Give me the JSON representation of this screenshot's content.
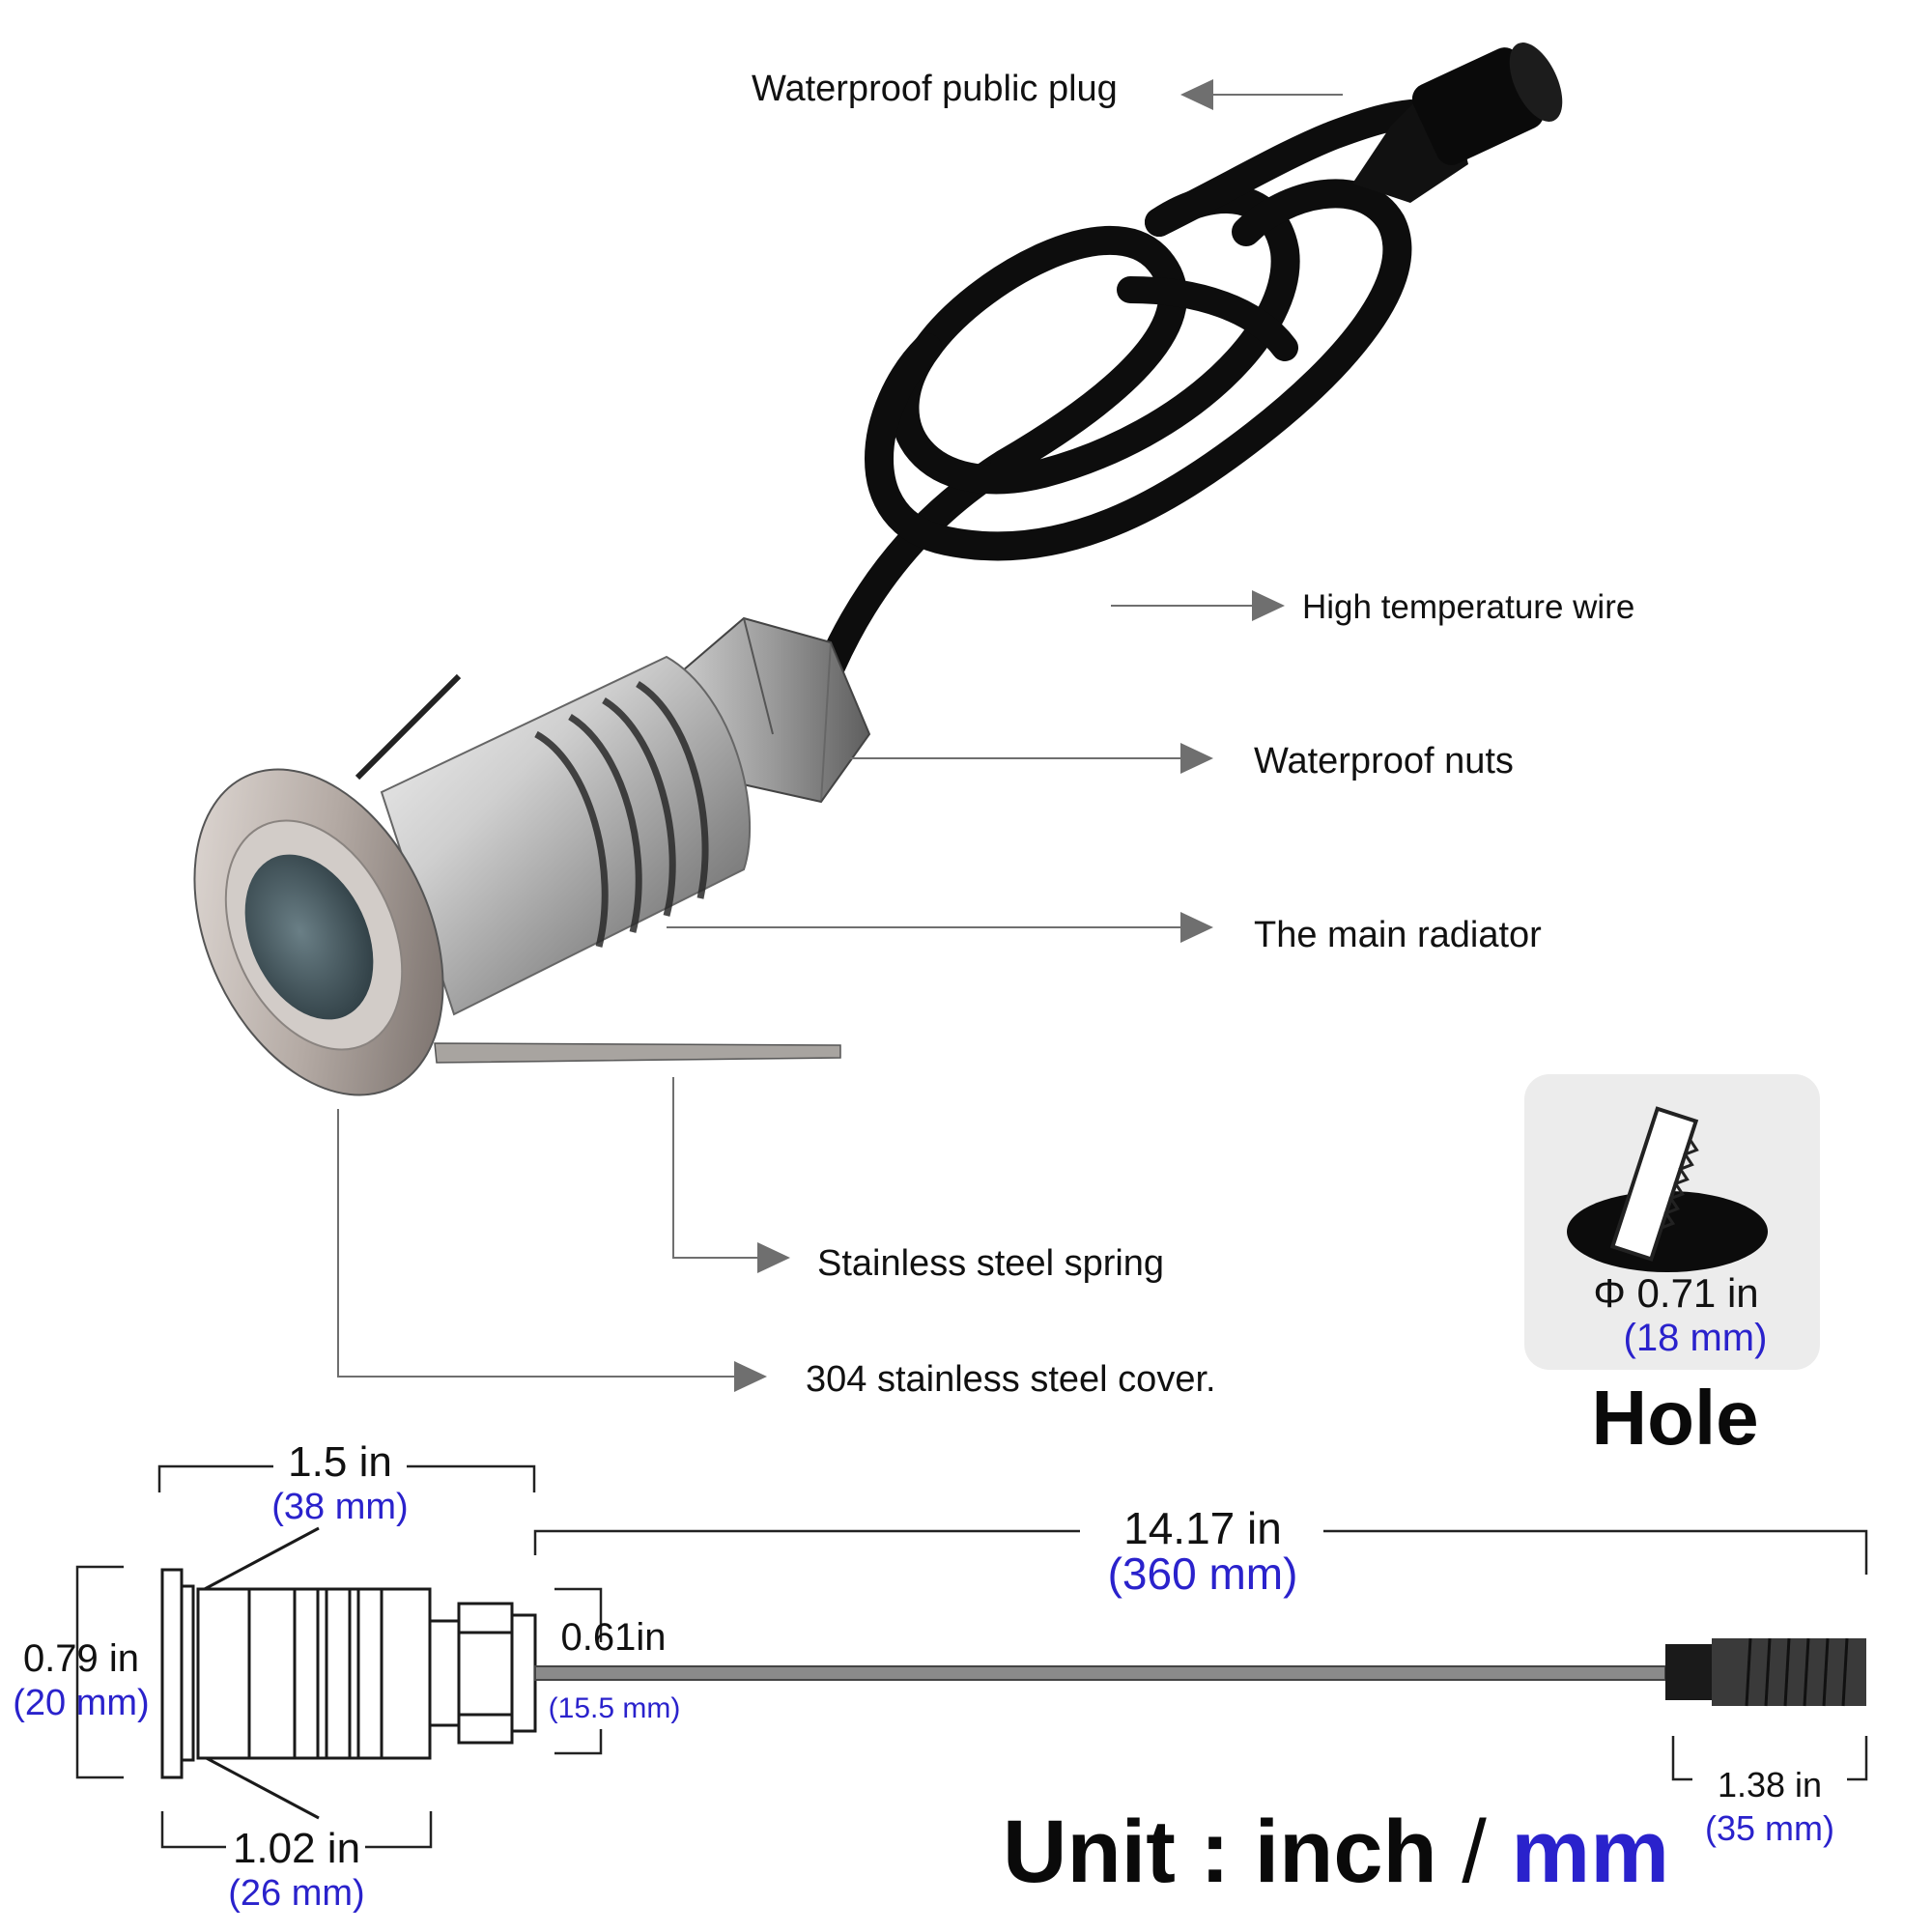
{
  "callouts": {
    "plug": "Waterproof public plug",
    "wire": "High temperature wire",
    "nuts": "Waterproof nuts",
    "radiator": "The main radiator",
    "spring": "Stainless steel spring",
    "cover": "304 stainless steel cover."
  },
  "hole": {
    "diameter_in": "Φ 0.71 in",
    "diameter_mm": "(18 mm)",
    "title": "Hole"
  },
  "dimensions": {
    "total_width_in": "1.5 in",
    "total_width_mm": "(38 mm)",
    "cable_len_in": "14.17 in",
    "cable_len_mm": "(360 mm)",
    "height_in": "0.79 in",
    "height_mm": "(20 mm)",
    "nut_in": "0.61in",
    "nut_mm": "(15.5 mm)",
    "body_in": "1.02 in",
    "body_mm": "(26 mm)",
    "plug_in": "1.38 in",
    "plug_mm": "(35 mm)"
  },
  "units": {
    "prefix": "Unit : inch",
    "slash": "/",
    "mm": "mm"
  },
  "colors": {
    "text": "#111111",
    "metric": "#2a22cc",
    "line": "#6f6f6f"
  }
}
